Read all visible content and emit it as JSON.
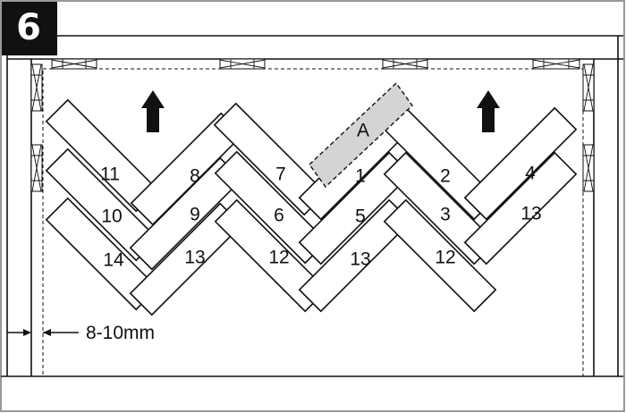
{
  "step_number": "6",
  "gap_label": "8-10mm",
  "plank_a_label": "A",
  "plank_labels": [
    "11",
    "8",
    "7",
    "1",
    "2",
    "4",
    "10",
    "9",
    "6",
    "5",
    "3",
    "13",
    "14",
    "13",
    "12",
    "13",
    "12"
  ],
  "colors": {
    "outline": "#111111",
    "grey_plank": "#d4d4d4",
    "background": "#ffffff"
  },
  "icons": [
    "arrow-up-icon",
    "arrow-up-icon",
    "spacer-wedge-icon"
  ]
}
